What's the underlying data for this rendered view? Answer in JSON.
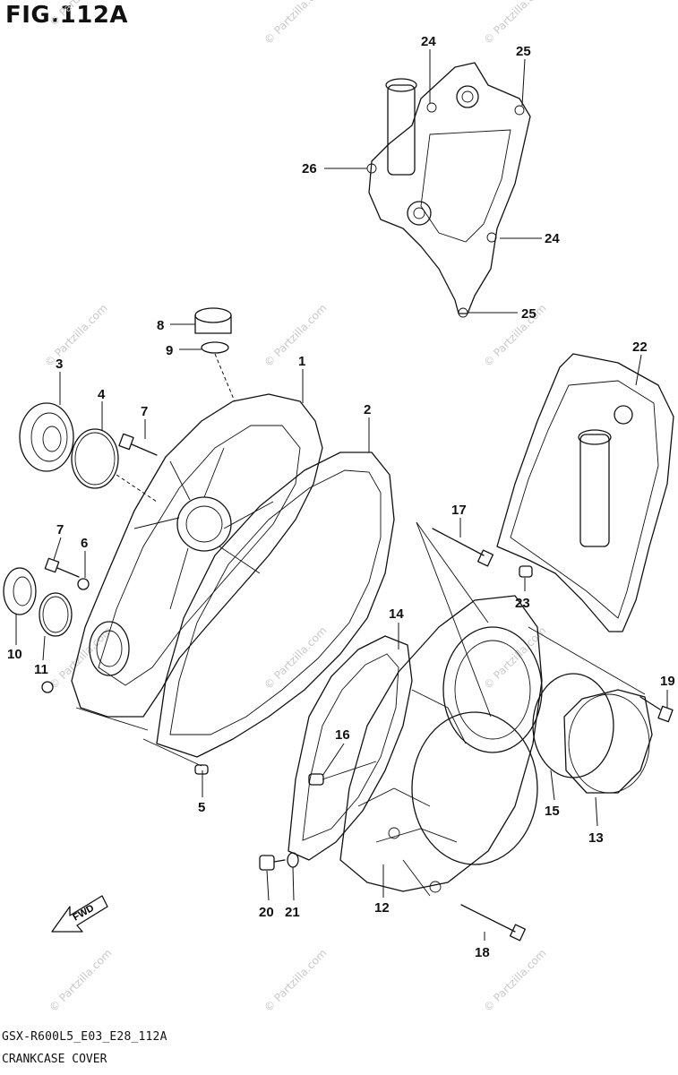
{
  "figure": {
    "title": "FIG.112A",
    "code": "GSX-R600L5_E03_E28_112A",
    "caption": "CRANKCASE COVER"
  },
  "direction_arrow": {
    "label": "FWD"
  },
  "watermark": "© Partzilla.com",
  "callouts": [
    "1",
    "2",
    "3",
    "4",
    "5",
    "6",
    "7",
    "7",
    "8",
    "9",
    "10",
    "11",
    "12",
    "13",
    "14",
    "15",
    "16",
    "17",
    "18",
    "19",
    "20",
    "21",
    "22",
    "23",
    "24",
    "24",
    "25",
    "25",
    "26"
  ]
}
